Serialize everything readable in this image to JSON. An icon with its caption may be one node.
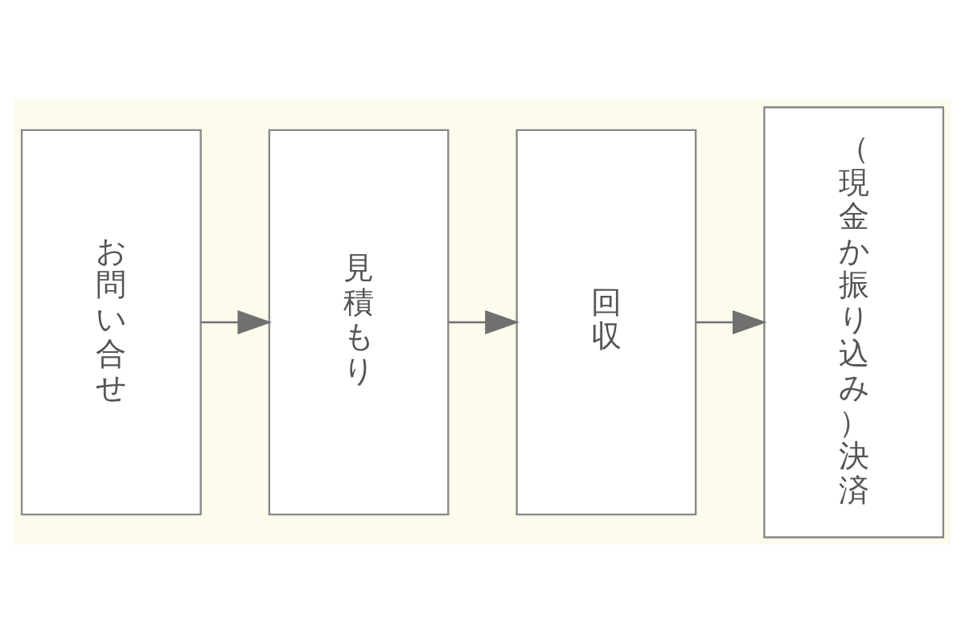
{
  "diagram": {
    "nodes": [
      {
        "text": [
          "お問い合せ"
        ]
      },
      {
        "text": [
          "見積もり"
        ]
      },
      {
        "text": [
          "回収"
        ]
      },
      {
        "text": [
          "（現金か振り込み）決済"
        ]
      }
    ],
    "edges": [
      {
        "from": 0,
        "to": 1,
        "arrow": "to"
      },
      {
        "from": 1,
        "to": 2,
        "arrow": "to"
      },
      {
        "from": 2,
        "to": 3,
        "arrow": "to"
      }
    ]
  }
}
